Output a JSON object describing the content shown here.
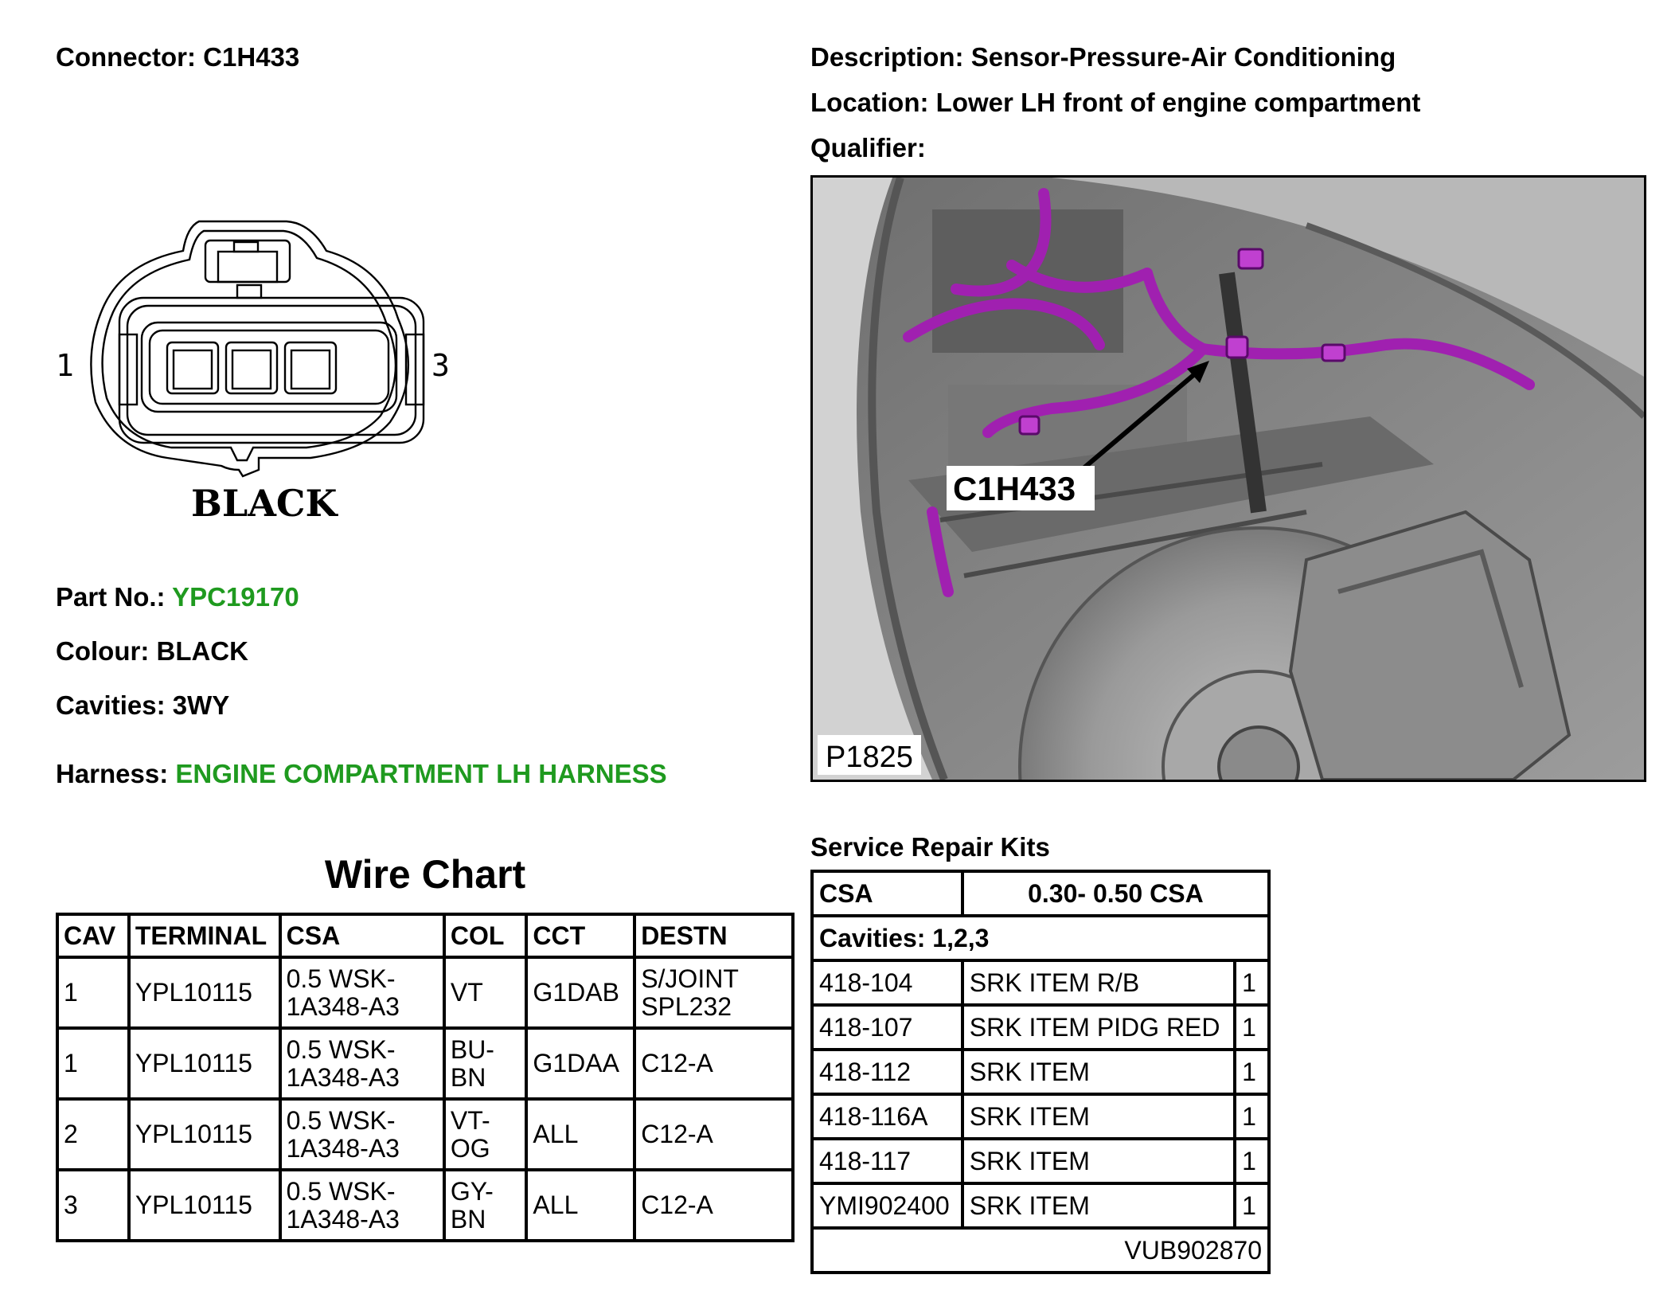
{
  "connector": {
    "label": "Connector:",
    "value": "C1H433"
  },
  "description": {
    "label": "Description:",
    "value": "Sensor-Pressure-Air Conditioning"
  },
  "location": {
    "label": "Location:",
    "value": "Lower LH front of engine compartment"
  },
  "qualifier": {
    "label": "Qualifier:",
    "value": ""
  },
  "drawing": {
    "pin_left": "1",
    "pin_right": "3",
    "colour_caption": "BLACK"
  },
  "part_no": {
    "label": "Part No.:",
    "value": "YPC19170"
  },
  "colour": {
    "label": "Colour:",
    "value": "BLACK"
  },
  "cavities": {
    "label": "Cavities:",
    "value": "3WY"
  },
  "harness": {
    "label": "Harness:",
    "value": "ENGINE COMPARTMENT LH HARNESS"
  },
  "photo": {
    "callout": "C1H433",
    "ref": "P1825"
  },
  "wire_chart": {
    "title": "Wire Chart",
    "headers": [
      "CAV",
      "TERMINAL",
      "CSA",
      "COL",
      "CCT",
      "DESTN"
    ],
    "rows": [
      {
        "cav": "1",
        "terminal": "YPL10115",
        "csa_1": "0.5 WSK-",
        "csa_2": "1A348-A3",
        "col_1": "VT",
        "col_2": "",
        "cct": "G1DAB",
        "destn_1": "S/JOINT",
        "destn_2": "SPL232"
      },
      {
        "cav": "1",
        "terminal": "YPL10115",
        "csa_1": "0.5 WSK-",
        "csa_2": "1A348-A3",
        "col_1": "BU-",
        "col_2": "BN",
        "cct": "G1DAA",
        "destn_1": "C12-A",
        "destn_2": ""
      },
      {
        "cav": "2",
        "terminal": "YPL10115",
        "csa_1": "0.5 WSK-",
        "csa_2": "1A348-A3",
        "col_1": "VT-",
        "col_2": "OG",
        "cct": "ALL",
        "destn_1": "C12-A",
        "destn_2": ""
      },
      {
        "cav": "3",
        "terminal": "YPL10115",
        "csa_1": "0.5 WSK-",
        "csa_2": "1A348-A3",
        "col_1": "GY-",
        "col_2": "BN",
        "cct": "ALL",
        "destn_1": "C12-A",
        "destn_2": ""
      }
    ]
  },
  "service_kits": {
    "title": "Service Repair Kits",
    "csa_label": "CSA",
    "csa_value": "0.30- 0.50 CSA",
    "cavities": "Cavities: 1,2,3",
    "items": [
      {
        "code": "418-104",
        "desc": "SRK ITEM R/B",
        "qty": "1"
      },
      {
        "code": "418-107",
        "desc": "SRK ITEM PIDG RED",
        "qty": "1"
      },
      {
        "code": "418-112",
        "desc": "SRK ITEM",
        "qty": "1"
      },
      {
        "code": "418-116A",
        "desc": "SRK ITEM",
        "qty": "1"
      },
      {
        "code": "418-117",
        "desc": "SRK ITEM",
        "qty": "1"
      },
      {
        "code": "YMI902400",
        "desc": "SRK ITEM",
        "qty": "1"
      }
    ],
    "footer": "VUB902870"
  },
  "colors": {
    "link_green": "#1f9a1f",
    "harness_magenta": "#a020b0"
  }
}
